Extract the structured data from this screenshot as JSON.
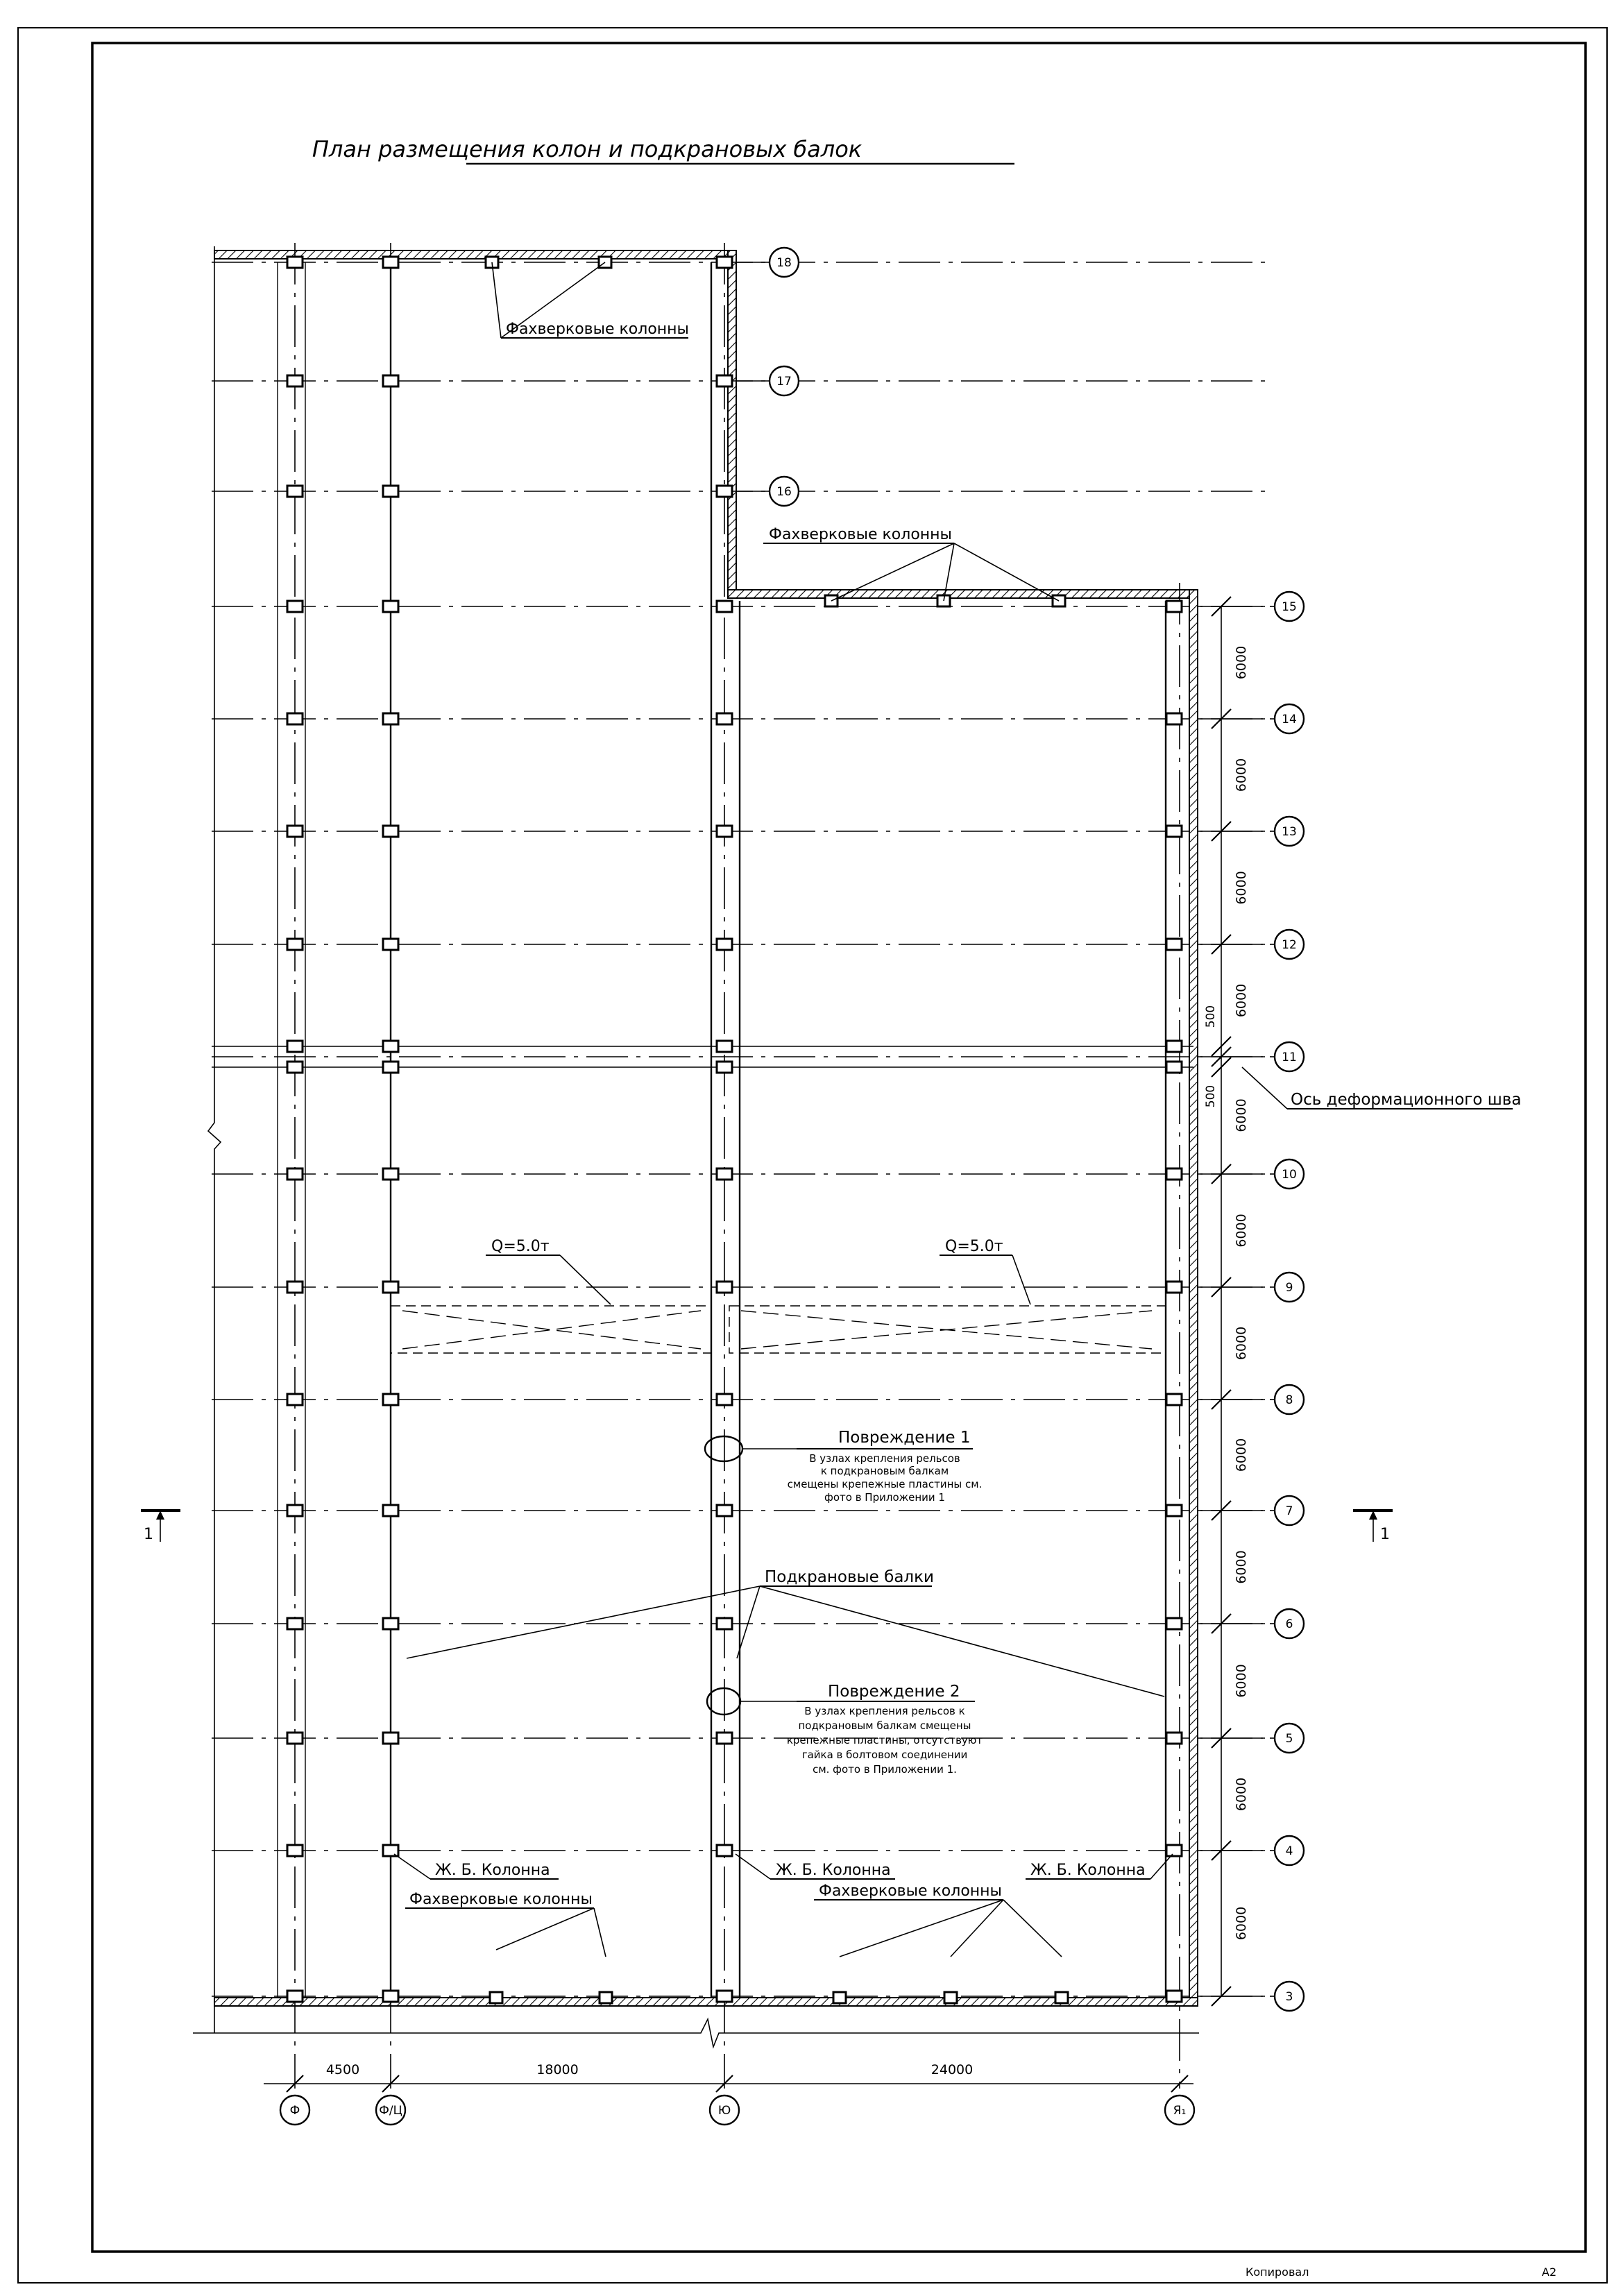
{
  "title": "План размещения колон и подкрановых балок",
  "rows": [
    "3",
    "4",
    "5",
    "6",
    "7",
    "8",
    "9",
    "10",
    "11",
    "12",
    "13",
    "14",
    "15",
    "16",
    "17",
    "18"
  ],
  "cols": [
    "Ф",
    "Ф/Ц",
    "Ю",
    "Я₁"
  ],
  "dims_right": [
    "6000",
    "6000",
    "6000",
    "6000",
    "6000",
    "6000",
    "6000",
    "6000",
    "6000",
    "6000",
    "6000",
    "6000"
  ],
  "dims_right_seam": [
    "500",
    "500"
  ],
  "dims_bottom": [
    "4500",
    "18000",
    "24000"
  ],
  "labels": {
    "fachwerk": "Фахверковые колонны",
    "seam": "Ось деформационного шва",
    "crane_load": "Q=5.0т",
    "damage1_title": "Повреждение 1",
    "damage1_lines": [
      "В узлах крепления рельсов",
      "к подкрановым балкам",
      "смещены крепежные пластины см.",
      "фото в Приложении 1"
    ],
    "crane_beams": "Подкрановые балки",
    "damage2_title": "Повреждение 2",
    "damage2_lines": [
      "В узлах крепления рельсов к",
      "подкрановым балкам смещены",
      "крепежные пластины, отсутствуют",
      "гайка в болтовом соединении",
      "см. фото в Приложении 1."
    ],
    "rc_column": "Ж. Б. Колонна",
    "section_mark": "1"
  },
  "stamp": {
    "copied": "Копировал",
    "format": "A2"
  }
}
